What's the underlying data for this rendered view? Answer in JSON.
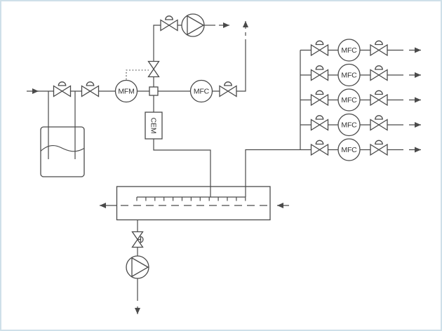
{
  "frame": {
    "background": "#ffffff",
    "border_color": "#cfe0e9"
  },
  "palette": {
    "line": "#4a4a4a",
    "text": "#333333"
  },
  "labels": {
    "mfm": "MFM",
    "mfc_main": "MFC",
    "cem": "CEM",
    "mfc_rows": [
      "MFC",
      "MFC",
      "MFC",
      "MFC",
      "MFC"
    ]
  },
  "icons": [
    "flow-arrow-icon",
    "hand-valve-icon",
    "control-valve-icon",
    "needle-valve-icon",
    "pump-icon",
    "liquid-tank-icon",
    "mixing-chamber-icon",
    "sparger-icon",
    "signal-line"
  ]
}
